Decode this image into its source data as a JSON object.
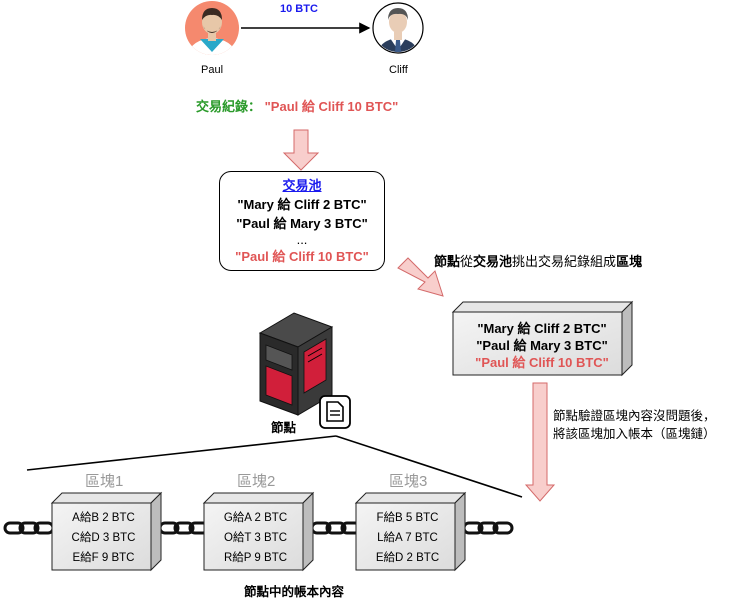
{
  "transfer": {
    "amount": "10 BTC",
    "sender": "Paul",
    "receiver": "Cliff"
  },
  "record": {
    "label": "交易紀錄：",
    "value": "\"Paul 給 Cliff 10 BTC\""
  },
  "pool": {
    "title": "交易池",
    "items": [
      "\"Mary 給 Cliff 2 BTC\"",
      "\"Paul 給 Mary 3 BTC\"",
      "..."
    ],
    "highlight": "\"Paul 給 Cliff 10 BTC\""
  },
  "pick_caption": {
    "part1": "節點",
    "part2": "從",
    "part3": "交易池",
    "part4": "挑出交易紀錄組成",
    "part5": "區塊"
  },
  "new_block": {
    "lines": [
      "\"Mary 給 Cliff 2 BTC\"",
      "\"Paul 給 Mary 3 BTC\""
    ],
    "highlight": "\"Paul 給 Cliff 10 BTC\""
  },
  "verify_caption": {
    "line1": "節點驗證區塊內容沒問題後，",
    "line2": "將該區塊加入帳本（區塊鏈）"
  },
  "node": {
    "label": "節點"
  },
  "chain": {
    "blocks": [
      {
        "name": "區塊1",
        "lines": [
          "A給B 2 BTC",
          "C給D 3 BTC",
          "E給F 9 BTC"
        ]
      },
      {
        "name": "區塊2",
        "lines": [
          "G給A 2 BTC",
          "O給T 3 BTC",
          "R給P 9 BTC"
        ]
      },
      {
        "name": "區塊3",
        "lines": [
          "F給B 5 BTC",
          "L給A 7 BTC",
          "E給D 2 BTC"
        ]
      }
    ],
    "caption": "節點中的帳本內容"
  },
  "colors": {
    "green": "#2a9a2a",
    "red": "#e05555",
    "link": "#1a1aee",
    "arrow_fill": "#f8cecc",
    "arrow_stroke": "#d46a6a",
    "avatar_bg": "#f5896e",
    "server_red": "#d11f3a"
  }
}
